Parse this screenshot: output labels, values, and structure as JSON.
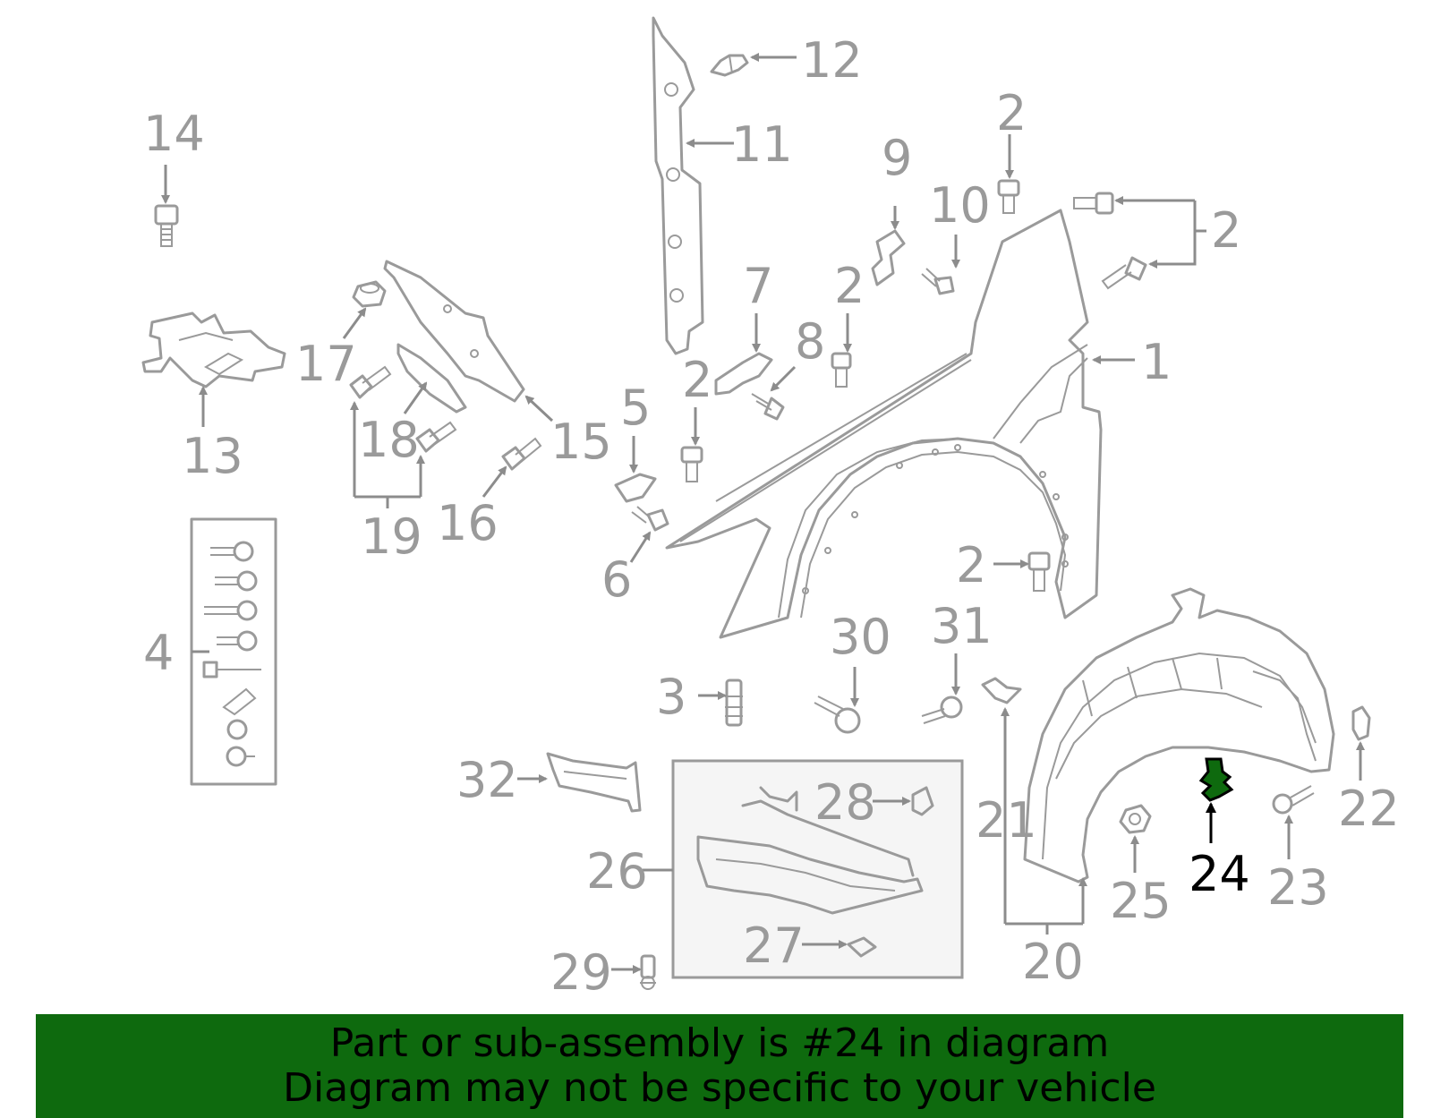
{
  "diagram": {
    "highlighted_part": "24",
    "highlight_color": "#0e6a0e",
    "part_color": "#9a9a9a",
    "callouts": {
      "c1": "1",
      "c2a": "2",
      "c2b": "2",
      "c2c": "2",
      "c2d": "2",
      "c2e": "2",
      "c3": "3",
      "c4": "4",
      "c5": "5",
      "c6": "6",
      "c7": "7",
      "c8": "8",
      "c9": "9",
      "c10": "10",
      "c11": "11",
      "c12": "12",
      "c13": "13",
      "c14": "14",
      "c15": "15",
      "c16": "16",
      "c17": "17",
      "c18": "18",
      "c19": "19",
      "c20": "20",
      "c21": "21",
      "c22": "22",
      "c23": "23",
      "c24": "24",
      "c25": "25",
      "c26": "26",
      "c27": "27",
      "c28": "28",
      "c29": "29",
      "c30": "30",
      "c31": "31",
      "c32": "32"
    }
  },
  "banner": {
    "line1": "Part or sub-assembly is #24 in diagram",
    "line2": "Diagram may not be specific to your vehicle"
  }
}
